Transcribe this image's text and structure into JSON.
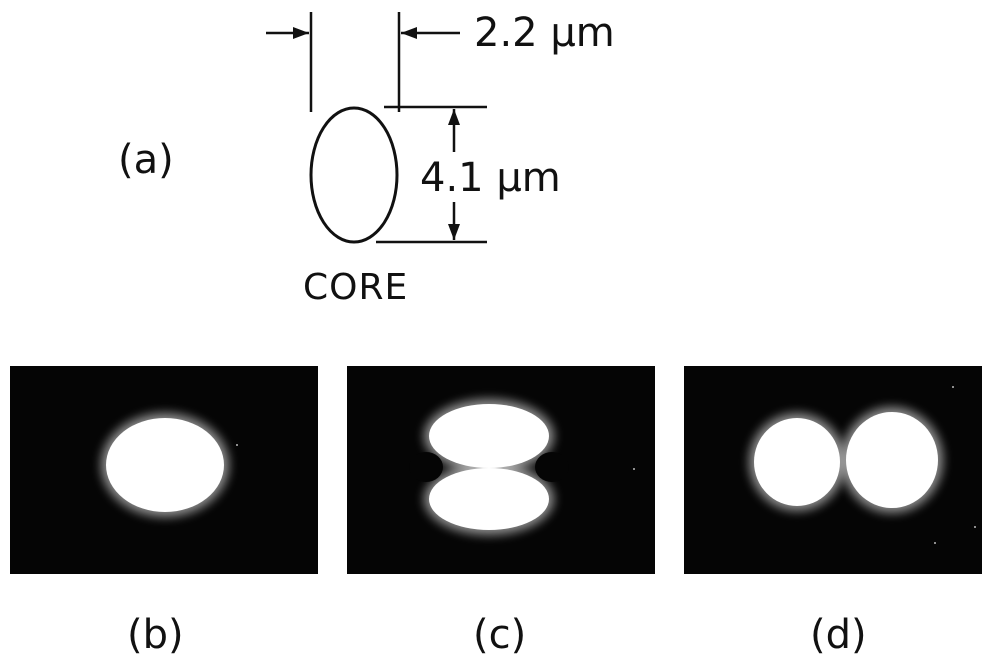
{
  "figure": {
    "panel_a": {
      "label": "(a)",
      "core_label": "CORE",
      "width_dimension": "2.2 μm",
      "height_dimension": "4.1 μm"
    },
    "panels": [
      {
        "label": "(b)"
      },
      {
        "label": "(c)"
      },
      {
        "label": "(d)"
      }
    ]
  }
}
